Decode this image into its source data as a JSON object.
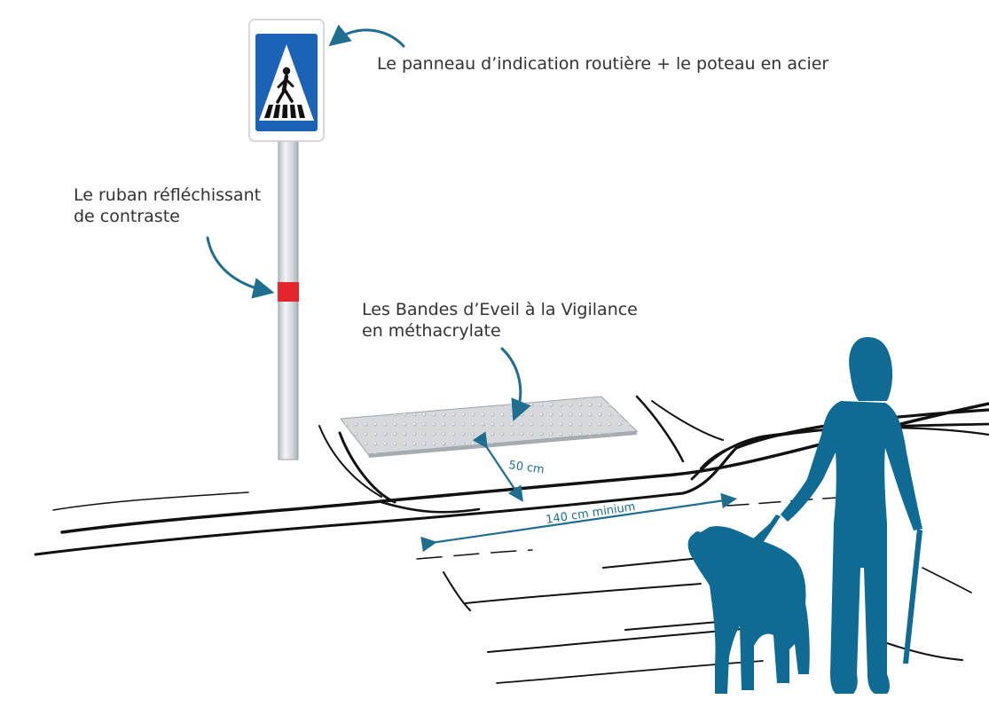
{
  "captions": {
    "sign": "Le panneau d’indication routière + le poteau en acier",
    "ribbon_line1": "Le ruban réfléchissant",
    "ribbon_line2": "de contraste",
    "bev_line1": "Les Bandes d’Eveil à la Vigilance",
    "bev_line2": "en méthacrylate"
  },
  "dimensions": {
    "depth": "50 cm",
    "width": "140 cm minium"
  },
  "colors": {
    "accent": "#1f6e8f",
    "silhouette": "#0f6a94",
    "sign_blue": "#1c63b5",
    "ribbon_red": "#e3262c",
    "text": "#333333"
  }
}
